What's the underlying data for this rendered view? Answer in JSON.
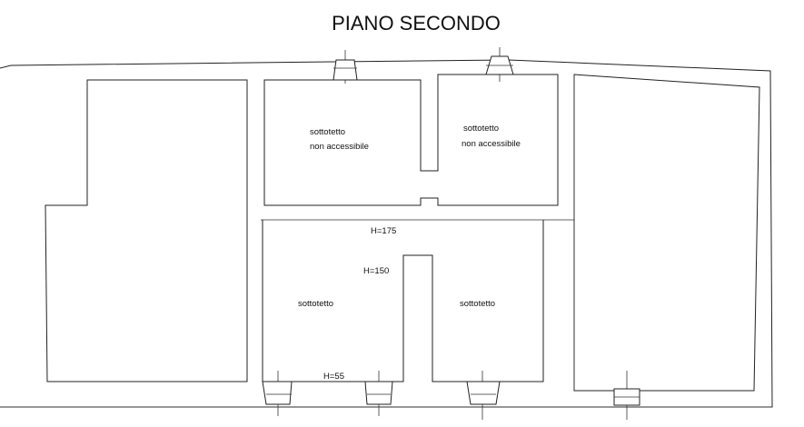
{
  "title": "PIANO SECONDO",
  "rooms": {
    "room_top_left": [
      "sottotetto",
      "non accessibile"
    ],
    "room_top_right": [
      "sottotetto",
      "non accessibile"
    ],
    "room_bottom_left": [
      "sottotetto"
    ],
    "room_bottom_right": [
      "sottotetto"
    ]
  },
  "heights": {
    "h175": "H=175",
    "h150": "H=150",
    "h55": "H=55"
  }
}
